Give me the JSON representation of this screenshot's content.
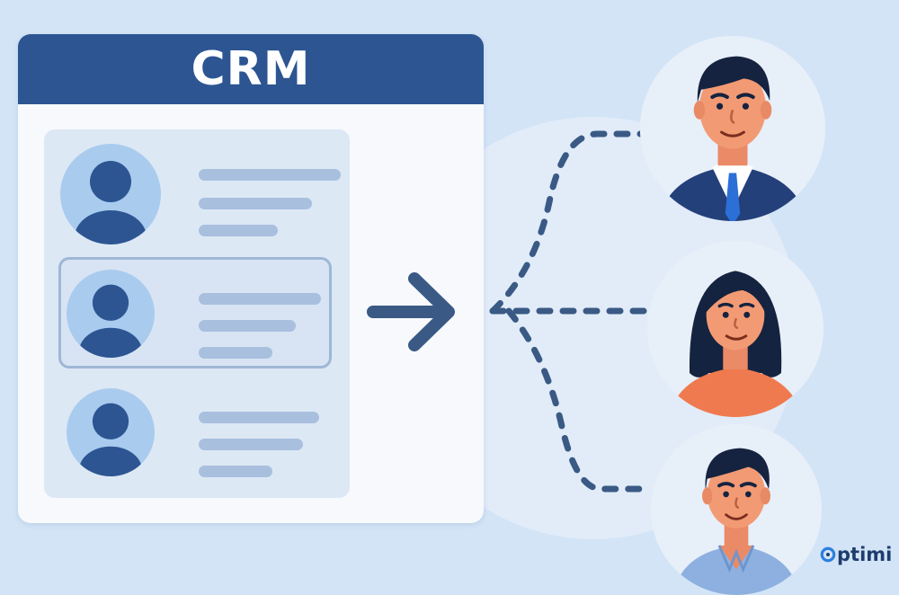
{
  "crm": {
    "title": "CRM",
    "records": [
      {
        "id": 1,
        "selected": false
      },
      {
        "id": 2,
        "selected": true
      },
      {
        "id": 3,
        "selected": false
      }
    ]
  },
  "contacts": [
    {
      "icon": "businessman-avatar-icon"
    },
    {
      "icon": "woman-avatar-icon"
    },
    {
      "icon": "man-casual-avatar-icon"
    }
  ],
  "brand": {
    "logo_text": "ptimi",
    "logo_mark_icon": "o-dot-logo-icon"
  },
  "colors": {
    "background": "#d3e4f6",
    "header": "#2c5592",
    "avatar_dark": "#2c5592",
    "avatar_light": "#a9cbee",
    "connector": "#3a5a85"
  }
}
